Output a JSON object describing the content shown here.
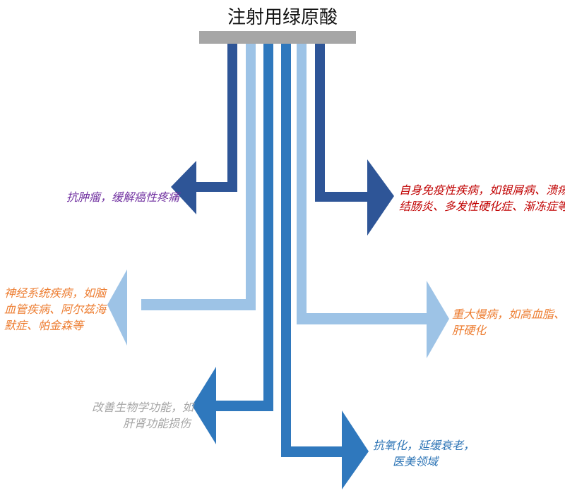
{
  "title": "注射用绿原酸",
  "colors": {
    "dark_blue": "#2e5597",
    "light_blue": "#9dc3e6",
    "mid_blue": "#2f78bd",
    "bar_gray": "#a6a6a6",
    "purple": "#7030a0",
    "red": "#c00000",
    "orange": "#ed7d31",
    "gray": "#a6a6a6",
    "teal": "#2e75b6"
  },
  "branches": [
    {
      "id": "tumor",
      "lines": [
        "抗肿瘤，缓解癌性疼痛"
      ],
      "color": "#7030a0",
      "arrow_color": "#2e5597",
      "direction": "left"
    },
    {
      "id": "autoimmune",
      "lines": [
        "自身免疫性疾病，如银屑病、溃疡性",
        "结肠炎、多发性硬化症、渐冻症等"
      ],
      "color": "#c00000",
      "arrow_color": "#2e5597",
      "direction": "right"
    },
    {
      "id": "neuro",
      "lines": [
        "神经系统疾病，如脑",
        "血管疾病、阿尔兹海",
        "默症、帕金森等"
      ],
      "color": "#ed7d31",
      "arrow_color": "#9dc3e6",
      "direction": "left"
    },
    {
      "id": "chronic",
      "lines": [
        "重大慢病，如高血脂、",
        "肝硬化"
      ],
      "color": "#ed7d31",
      "arrow_color": "#9dc3e6",
      "direction": "right"
    },
    {
      "id": "biology",
      "lines": [
        "改善生物学功能，如",
        "肝肾功能损伤"
      ],
      "color": "#a6a6a6",
      "arrow_color": "#2f78bd",
      "direction": "left"
    },
    {
      "id": "antiox",
      "lines": [
        "抗氧化，延缓衰老，",
        "医美领域"
      ],
      "color": "#2e75b6",
      "arrow_color": "#2f78bd",
      "direction": "right"
    }
  ]
}
